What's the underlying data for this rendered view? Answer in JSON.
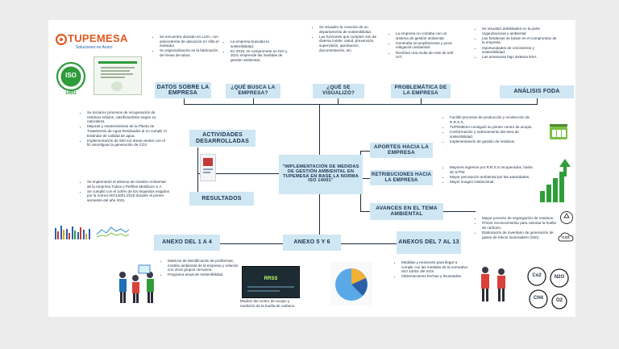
{
  "brand": {
    "name": "TUPEMESA",
    "tagline": "Soluciones en Acero",
    "iso_badge": "ISO",
    "iso_number": "14001"
  },
  "center_title": "\"IMPLEMENTACIÓN DE MEDIDAS DE GESTIÓN AMBIENTAL EN TUPEMESA EN BASE LA NORMA ISO 14001\"",
  "top_boxes": {
    "datos": "DATOS SOBRE LA EMPRESA",
    "busca": "¿QUÉ BUSCA LA EMPRESA?",
    "visualizo": "¿QUÉ SE VISUALIZÓ?",
    "problematica": "PROBLEMÁTICA DE LA EMPRESA",
    "foda": "ANÁLISIS FODA"
  },
  "left_boxes": {
    "actividades": "ACTIVIDADES DESARROLLADAS",
    "resultados": "RESULTADOS"
  },
  "right_boxes": {
    "aportes": "APORTES HACIA LA EMPRESA",
    "retribuciones": "RETRIBUCIONES HACIA LA EMPRESA",
    "avances": "AVANCES EN EL TEMA AMBIENTAL"
  },
  "bottom_boxes": {
    "anexo14": "ANEXO DEL 1 A 4",
    "anexo56": "ANEXO 5 Y 6",
    "anexo713": "ANEXOS DEL 7 AL 13"
  },
  "lists": {
    "datos": [
      "Se encuentra ubicado en Lurín, con antecedente de ubicación en Villa el Salvador.",
      "Su especialización es la fabricación de líneas de tubos."
    ],
    "busca": [
      "La empresa buscaba la sostenibilidad.",
      "En 2019, se compromete en ISO y 2021 emprende las medidas de gestión ambiental."
    ],
    "visualizo": [
      "Se visualizo la creación de un departamento de sostenibilidad.",
      "Las funciones que cumplen son de diversa índole: salud, prevención, supervisión, aprobación, documentación, etc."
    ],
    "problematica": [
      "La empresa no contaba con un sistema de gestión ambiental.",
      "Generaba incumplimientos y poca mitigación ambiental.",
      "Recibían una multa de más de 100 UIT."
    ],
    "foda": [
      "Se visualizó debilidades en la parte organizacional y ambiental.",
      "Las fortalezas se basan en el compromiso de la empresa.",
      "Oportunidades de crecimiento y sostenibilidad.",
      "Las amenazas bajo sistema ESA."
    ],
    "actividades": [
      "Se iniciaron procesos de recuperación de residuos sólidos, clasificándolos según su naturaleza.",
      "Mejoras y mantenimiento de la Planta de Tratamiento de Agua Residuales al no cumplir el Estándar de calidad de agua.",
      "Implementación de 500 m2 áreas verdes con el fin amortiguar la generación de CO2"
    ],
    "resultados": [
      "Se implementó el sistema de Gestión Ambiental de la empresa Tubos y Perfiles Metálicos S.A.",
      "Se cumplió con el 100% de los requisitos exigidos por la norma ISO14001:2015 durante el primer semestre del año 2021"
    ],
    "aportes": [
      "Facilitó procesos de producción y recolección de R.R.S.S.",
      "TUPEMESA consiguió su primer centro de acopio.",
      "Conformación y ordenamiento del área de sostenibilidad.",
      "Implementación de gestión de residuos."
    ],
    "retribuciones": [
      "Mayores ingresos por R.R.S.S recuperados, hasta de S/700.",
      "Mayor percepción ambiental por las autoridades.",
      "Mayor imagen institucional."
    ],
    "avances": [
      "Mayor proceso de segregación de residuos.",
      "Primer reconocimiento para calcular la huella de carbono.",
      "Elaboración de inventario de generación de gases de efecto invernadero (GEI)."
    ],
    "anexo14": [
      "Matrices de identificación de problemas, modelo ambiental de la empresa y relación con otros grupos cercanos.",
      "Programa anual de sostenibilidad."
    ],
    "anexo713": [
      "Medidas y reuniones para llegar a cumplir con las medidas de la normativa ISO 14001 del SGS.",
      "Observaciones hechas y levantadas."
    ]
  },
  "anexo56_caption": "Modelo del centro de acopio y medición de la huella de carbono",
  "screen_label": "RRSS",
  "gas_labels": [
    "Co2",
    "N2O",
    "CH4",
    "O2"
  ],
  "co2_label": "CO2",
  "colors": {
    "box_fill": "#cfe6f3",
    "brand_orange": "#e2591e",
    "iso_green": "#2e9a3a",
    "chart_green": "#2f9e3a"
  }
}
